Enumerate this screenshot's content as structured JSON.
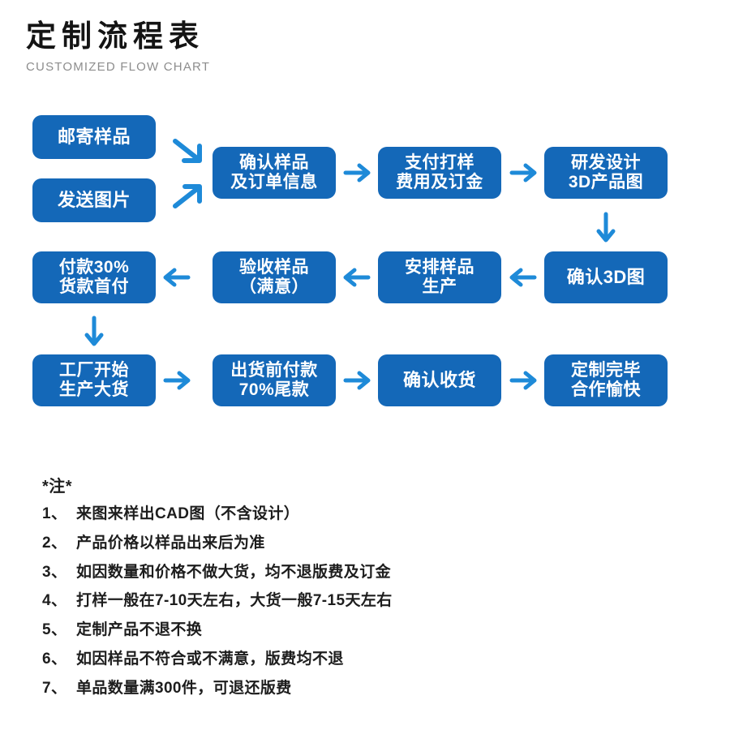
{
  "header": {
    "title": "定制流程表",
    "subtitle": "CUSTOMIZED FLOW CHART"
  },
  "theme": {
    "node_fill": "#1468b8",
    "node_text": "#ffffff",
    "arrow_color": "#1e8ad8",
    "title_color": "#141414",
    "subtitle_color": "#8d8d8d",
    "background": "#ffffff"
  },
  "flow": {
    "nodes": [
      {
        "id": "n1",
        "label": "邮寄样品",
        "row": 1,
        "col": 0
      },
      {
        "id": "n2",
        "label": "发送图片",
        "row": 1,
        "col": 0
      },
      {
        "id": "n3",
        "label": "确认样品\n及订单信息",
        "row": 1,
        "col": 1
      },
      {
        "id": "n4",
        "label": "支付打样\n费用及订金",
        "row": 1,
        "col": 2
      },
      {
        "id": "n5",
        "label": "研发设计\n3D产品图",
        "row": 1,
        "col": 3
      },
      {
        "id": "n6",
        "label": "确认3D图",
        "row": 2,
        "col": 3
      },
      {
        "id": "n7",
        "label": "安排样品\n生产",
        "row": 2,
        "col": 2
      },
      {
        "id": "n8",
        "label": "验收样品\n（满意）",
        "row": 2,
        "col": 1
      },
      {
        "id": "n9",
        "label": "付款30%\n货款首付",
        "row": 2,
        "col": 0
      },
      {
        "id": "n10",
        "label": "工厂开始\n生产大货",
        "row": 3,
        "col": 0
      },
      {
        "id": "n11",
        "label": "出货前付款\n70%尾款",
        "row": 3,
        "col": 1
      },
      {
        "id": "n12",
        "label": "确认收货",
        "row": 3,
        "col": 2
      },
      {
        "id": "n13",
        "label": "定制完毕\n合作愉快",
        "row": 3,
        "col": 3
      }
    ],
    "arrows": [
      {
        "id": "a1",
        "from": "n1",
        "to": "n3",
        "direction": "down-right"
      },
      {
        "id": "a2",
        "from": "n2",
        "to": "n3",
        "direction": "up-right"
      },
      {
        "id": "a3",
        "from": "n3",
        "to": "n4",
        "direction": "right"
      },
      {
        "id": "a4",
        "from": "n4",
        "to": "n5",
        "direction": "right"
      },
      {
        "id": "a5",
        "from": "n5",
        "to": "n6",
        "direction": "down"
      },
      {
        "id": "a6",
        "from": "n6",
        "to": "n7",
        "direction": "left"
      },
      {
        "id": "a7",
        "from": "n7",
        "to": "n8",
        "direction": "left"
      },
      {
        "id": "a8",
        "from": "n8",
        "to": "n9",
        "direction": "left"
      },
      {
        "id": "a9",
        "from": "n9",
        "to": "n10",
        "direction": "down"
      },
      {
        "id": "a10",
        "from": "n10",
        "to": "n11",
        "direction": "right"
      },
      {
        "id": "a11",
        "from": "n11",
        "to": "n12",
        "direction": "right"
      },
      {
        "id": "a12",
        "from": "n12",
        "to": "n13",
        "direction": "right"
      }
    ]
  },
  "notes": {
    "title": "*注*",
    "items": [
      {
        "idx": "1、",
        "text": "来图来样出CAD图（不含设计）"
      },
      {
        "idx": "2、",
        "text": "产品价格以样品出来后为准"
      },
      {
        "idx": "3、",
        "text": "如因数量和价格不做大货，均不退版费及订金"
      },
      {
        "idx": "4、",
        "text": "打样一般在7-10天左右，大货一般7-15天左右"
      },
      {
        "idx": "5、",
        "text": "定制产品不退不换"
      },
      {
        "idx": "6、",
        "text": "如因样品不符合或不满意，版费均不退"
      },
      {
        "idx": "7、",
        "text": "单品数量满300件，可退还版费"
      }
    ]
  }
}
